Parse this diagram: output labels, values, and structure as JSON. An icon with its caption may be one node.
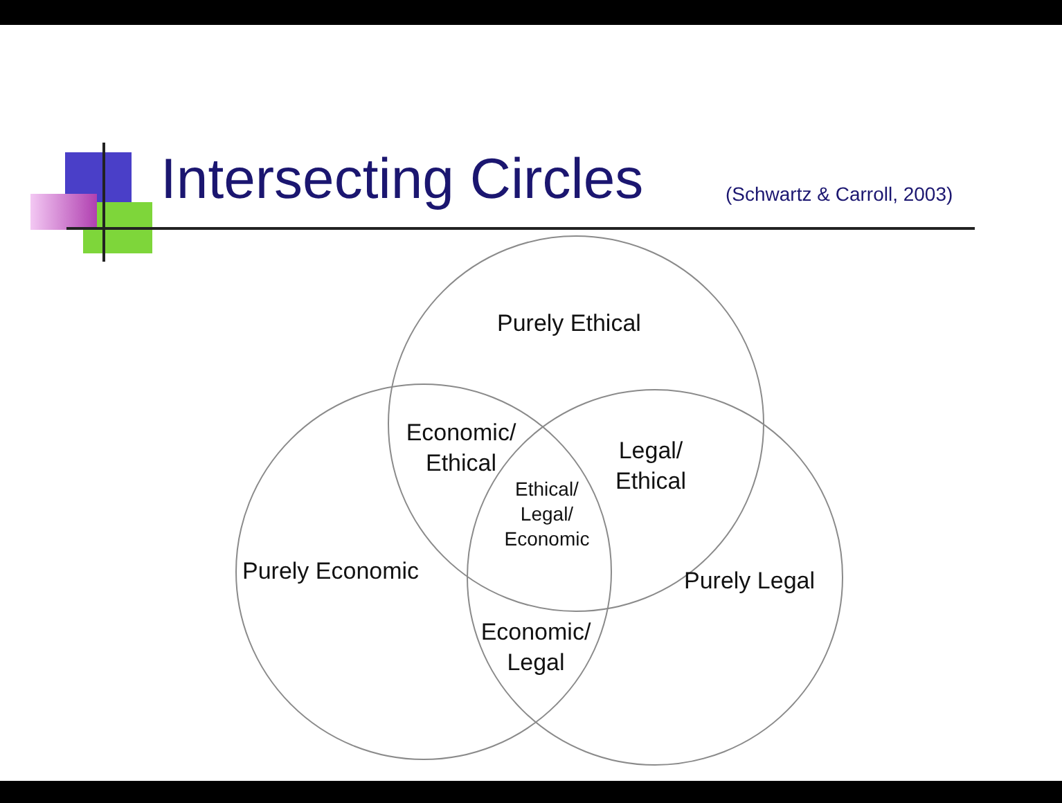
{
  "diagram": {
    "title": "Intersecting Circles",
    "nodes": [
      {
        "text": [
          "Purely Ethical"
        ]
      },
      {
        "text": [
          "Purely Economic"
        ]
      },
      {
        "text": [
          "Purely Legal"
        ]
      }
    ],
    "edges": [],
    "labels": [
      "(Schwartz & Carroll, 2003)",
      "Economic/ Ethical",
      "Legal/ Ethical",
      "Ethical/ Legal/ Economic",
      "Economic/ Legal"
    ]
  }
}
